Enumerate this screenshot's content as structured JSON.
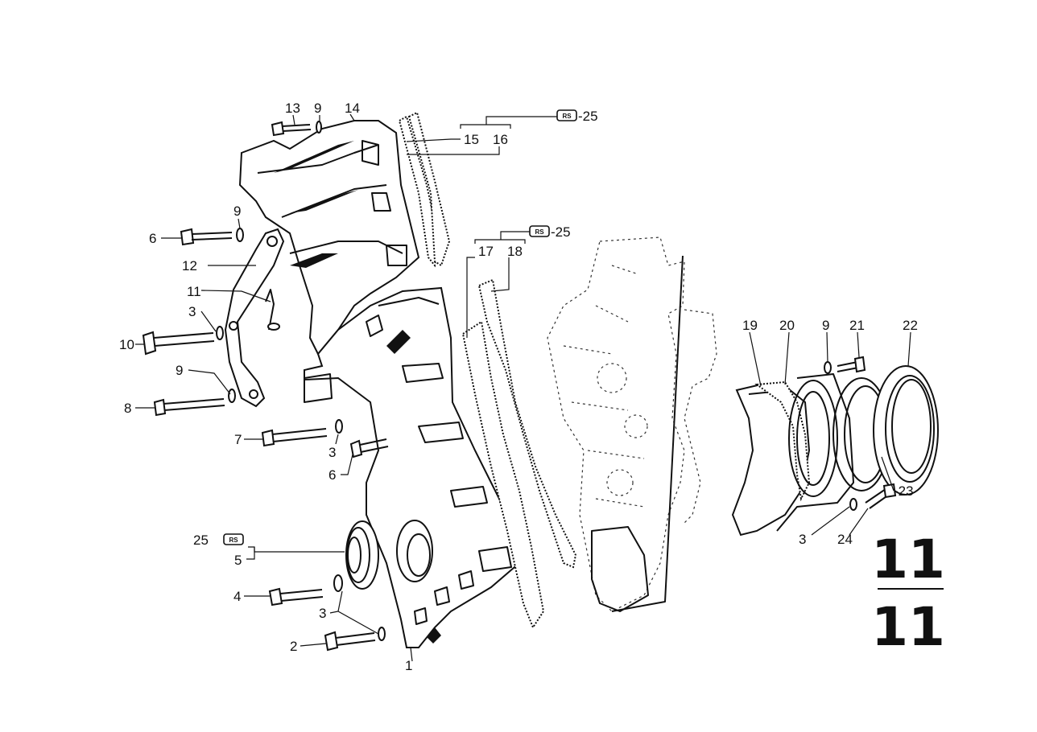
{
  "labels": {
    "l1": "1",
    "l2": "2",
    "l3a": "3",
    "l3b": "3",
    "l3c": "3",
    "l3d": "3",
    "l4": "4",
    "l5": "5",
    "l6a": "6",
    "l6b": "6",
    "l7": "7",
    "l8": "8",
    "l9a": "9",
    "l9b": "9",
    "l9c": "9",
    "l9d": "9",
    "l10": "10",
    "l11": "11",
    "l12": "12",
    "l13": "13",
    "l14": "14",
    "l15": "15",
    "l16": "16",
    "l17": "17",
    "l18": "18",
    "l19": "19",
    "l20": "20",
    "l21": "21",
    "l22": "22",
    "l23": "-23",
    "l24": "24",
    "l25a": "-25",
    "l25b": "-25",
    "l25c": "25"
  },
  "repair_set": {
    "code": "RS"
  },
  "group_number": {
    "top": "11",
    "bottom": "11"
  }
}
